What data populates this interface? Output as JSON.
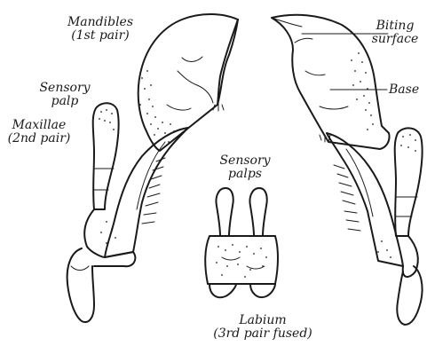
{
  "labels": {
    "mandibles_line1": "Mandibles",
    "mandibles_line2": "(1st pair)",
    "biting_line1": "Biting",
    "biting_line2": "surface",
    "base": "Base",
    "sensory_palp_line1": "Sensory",
    "sensory_palp_line2": "palp",
    "maxillae_line1": "Maxillae",
    "maxillae_line2": "(2nd pair)",
    "sensory_palps_line1": "Sensory",
    "sensory_palps_line2": "palps",
    "labium_line1": "Labium",
    "labium_line2": "(3rd pair fused)"
  }
}
